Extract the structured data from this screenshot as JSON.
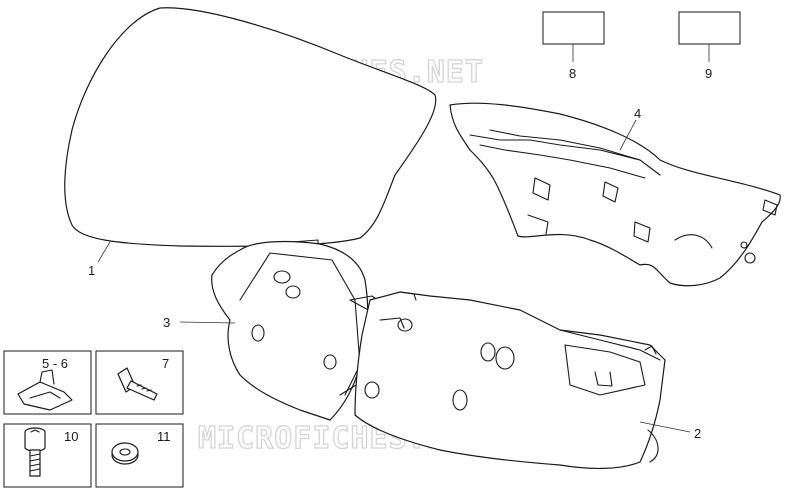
{
  "watermark": {
    "top": "MICROFICHES.NET",
    "bottom": "MICROFICHES.NET"
  },
  "callouts": {
    "c1": "1",
    "c2": "2",
    "c3": "3",
    "c4": "4",
    "c8": "8",
    "c9": "9",
    "c56": "5 - 6",
    "c7": "7",
    "c10": "10",
    "c11": "11"
  }
}
